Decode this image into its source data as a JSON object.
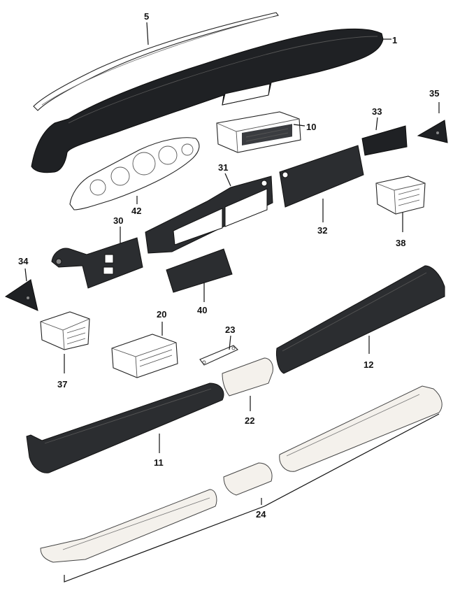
{
  "parts": [
    {
      "id": "p1",
      "number": "1"
    },
    {
      "id": "p5",
      "number": "5"
    },
    {
      "id": "p10",
      "number": "10"
    },
    {
      "id": "p11",
      "number": "11"
    },
    {
      "id": "p12",
      "number": "12"
    },
    {
      "id": "p20",
      "number": "20"
    },
    {
      "id": "p22",
      "number": "22"
    },
    {
      "id": "p23",
      "number": "23"
    },
    {
      "id": "p24",
      "number": "24"
    },
    {
      "id": "p30",
      "number": "30"
    },
    {
      "id": "p31",
      "number": "31"
    },
    {
      "id": "p32",
      "number": "32"
    },
    {
      "id": "p33",
      "number": "33"
    },
    {
      "id": "p34",
      "number": "34"
    },
    {
      "id": "p35",
      "number": "35"
    },
    {
      "id": "p37",
      "number": "37"
    },
    {
      "id": "p38",
      "number": "38"
    },
    {
      "id": "p40",
      "number": "40"
    },
    {
      "id": "p42",
      "number": "42"
    }
  ]
}
